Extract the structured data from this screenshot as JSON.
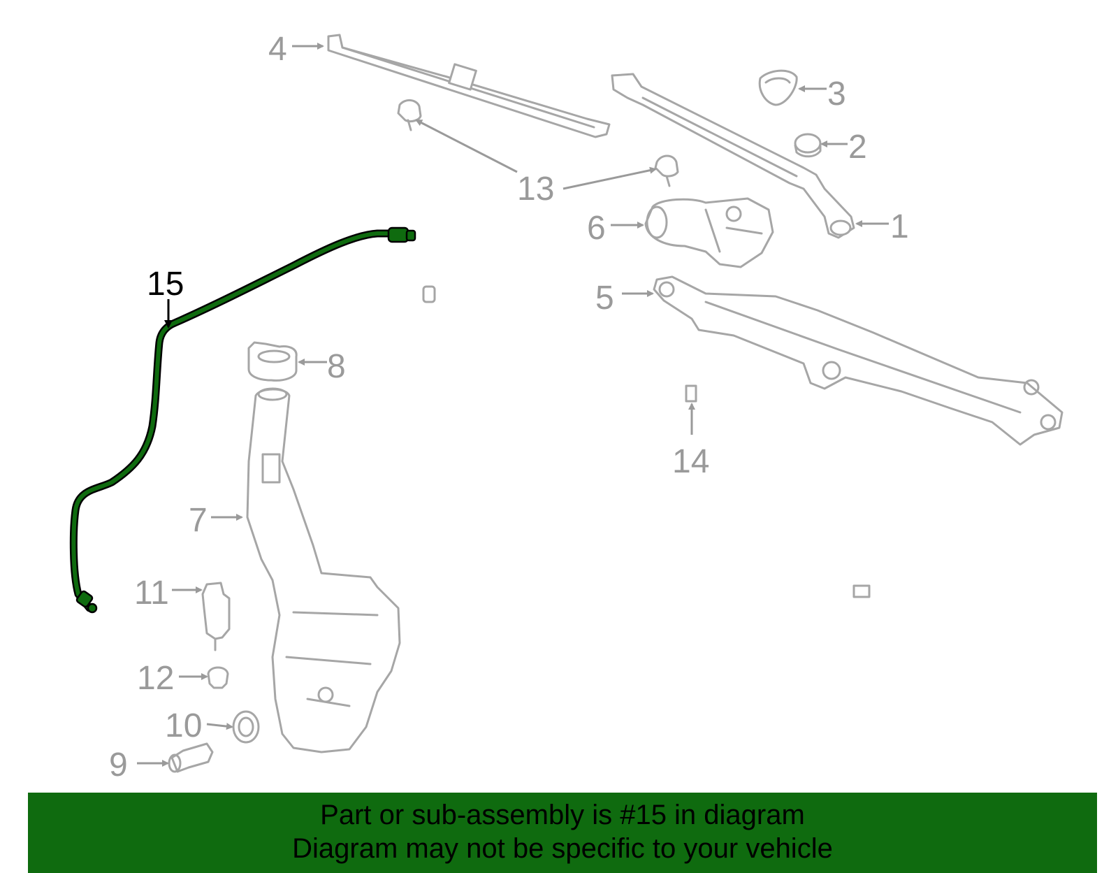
{
  "diagram": {
    "highlight_color": "#0f6b0f",
    "callouts": [
      {
        "id": "1",
        "label": "1"
      },
      {
        "id": "2",
        "label": "2"
      },
      {
        "id": "3",
        "label": "3"
      },
      {
        "id": "4",
        "label": "4"
      },
      {
        "id": "5",
        "label": "5"
      },
      {
        "id": "6",
        "label": "6"
      },
      {
        "id": "7",
        "label": "7"
      },
      {
        "id": "8",
        "label": "8"
      },
      {
        "id": "9",
        "label": "9"
      },
      {
        "id": "10",
        "label": "10"
      },
      {
        "id": "11",
        "label": "11"
      },
      {
        "id": "12",
        "label": "12"
      },
      {
        "id": "13",
        "label": "13"
      },
      {
        "id": "14",
        "label": "14"
      },
      {
        "id": "15",
        "label": "15",
        "highlighted": true
      }
    ]
  },
  "banner": {
    "line1": "Part or sub-assembly is #15 in diagram",
    "line2": "Diagram may not be specific to your vehicle",
    "color": "#0f6b0f"
  }
}
